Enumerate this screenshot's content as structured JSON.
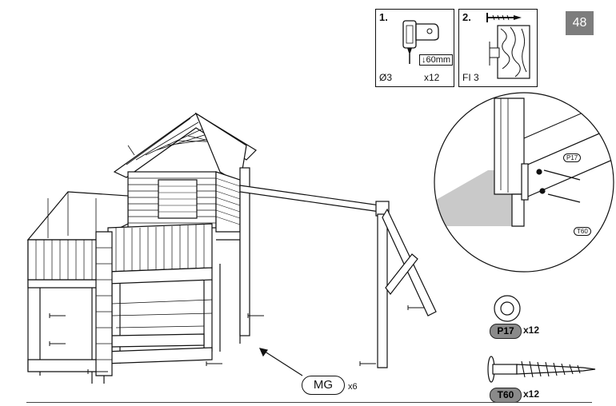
{
  "page_number": "48",
  "step1": {
    "number": "1.",
    "diameter": "Ø3",
    "depth": "↓60mm",
    "count": "x12"
  },
  "step2": {
    "number": "2.",
    "label": "FI 3"
  },
  "parts": {
    "p17": {
      "code": "P17",
      "qty": "x12"
    },
    "t60": {
      "code": "T60",
      "qty": "x12"
    }
  },
  "detail_labels": {
    "p17": "P17",
    "t60": "T60"
  },
  "mg": {
    "label": "MG",
    "qty": "x6"
  },
  "icons": [
    "drill-icon",
    "screw-icon",
    "washer-icon",
    "wood-screw-icon"
  ]
}
